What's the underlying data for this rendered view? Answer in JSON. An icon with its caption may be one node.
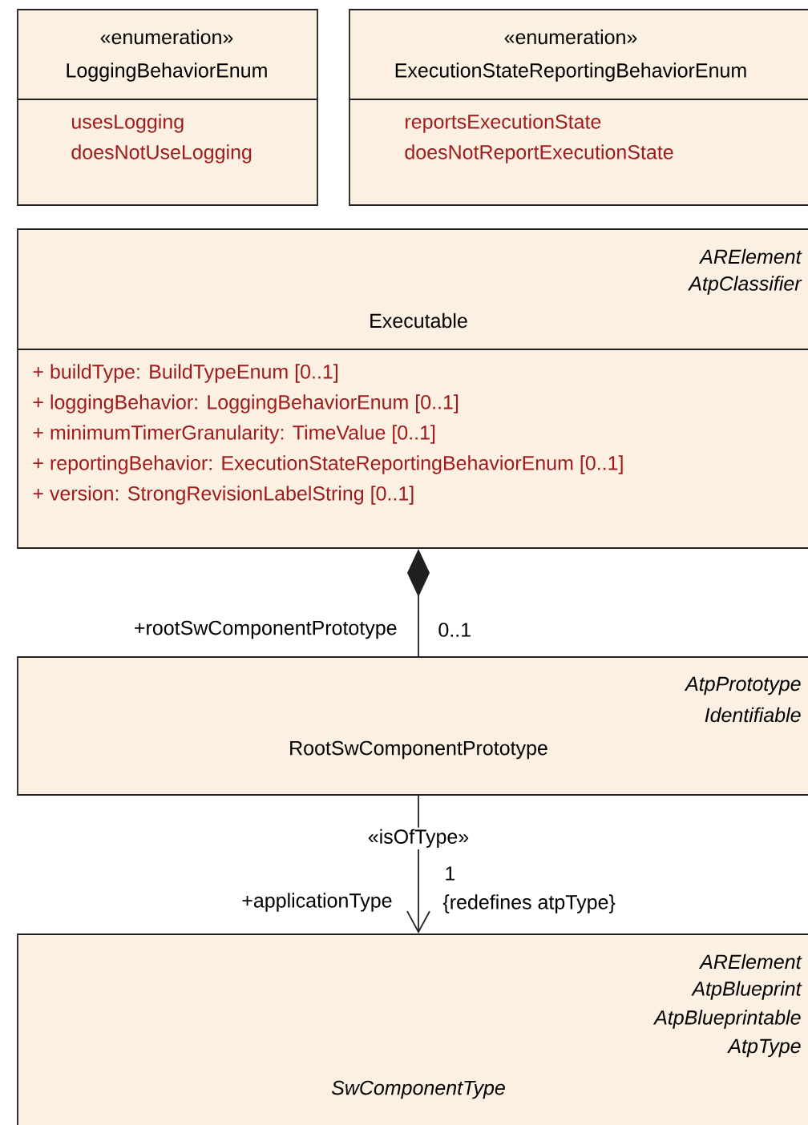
{
  "diagram": {
    "nodes": [
      {
        "text": [
          "«enumeration»",
          "LoggingBehaviorEnum",
          "usesLogging",
          "doesNotUseLogging"
        ]
      },
      {
        "text": [
          "«enumeration»",
          "ExecutionStateReportingBehaviorEnum",
          "reportsExecutionState",
          "doesNotReportExecutionState"
        ]
      },
      {
        "text": [
          "ARElement",
          "AtpClassifier",
          "Executable",
          "+ buildType: BuildTypeEnum [0..1]",
          "+ loggingBehavior: LoggingBehaviorEnum [0..1]",
          "+ minimumTimerGranularity: TimeValue [0..1]",
          "+ reportingBehavior: ExecutionStateReportingBehaviorEnum [0..1]",
          "+ version: StrongRevisionLabelString [0..1]"
        ]
      },
      {
        "text": [
          "AtpPrototype",
          "Identifiable",
          "RootSwComponentPrototype"
        ]
      },
      {
        "text": [
          "ARElement",
          "AtpBlueprint",
          "AtpBlueprintable",
          "AtpType",
          "SwComponentType"
        ]
      }
    ],
    "edges": [
      {
        "from": 2,
        "to": 3,
        "arrow": "other"
      },
      {
        "from": 3,
        "to": 4,
        "arrow": "to",
        "label": "«isOfType»"
      }
    ],
    "labels": [
      "+rootSwComponentPrototype",
      "0..1",
      "1",
      "+applicationType",
      "{redefines atpType}"
    ]
  }
}
